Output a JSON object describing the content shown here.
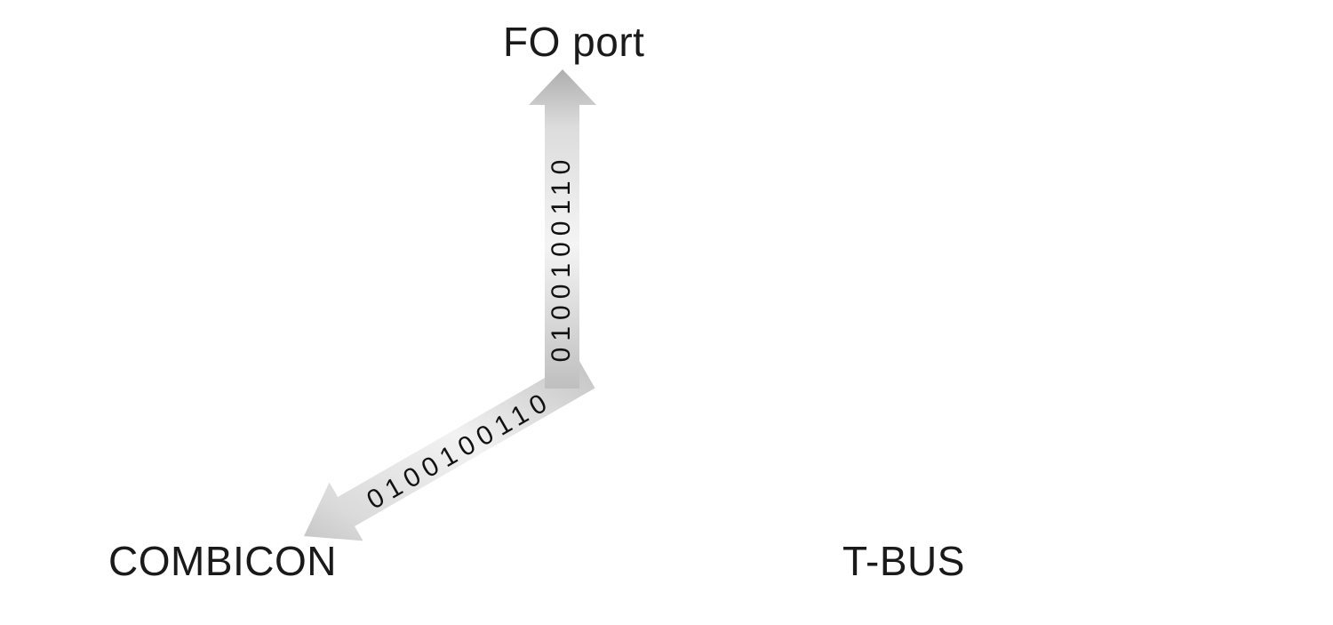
{
  "labels": {
    "fo_port": "FO port",
    "combicon": "COMBICON",
    "tbus": "T-BUS"
  },
  "arrows": {
    "binary_vertical": "0100100110",
    "binary_diagonal": "0100100110",
    "fill_light": "#f2f2f2",
    "fill_mid": "#d9d9d9",
    "fill_dark": "#b3b3b3"
  }
}
